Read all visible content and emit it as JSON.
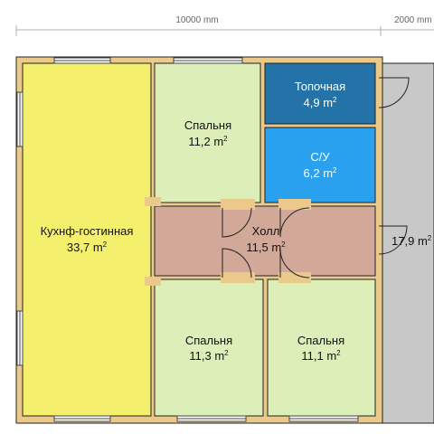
{
  "dimensions": {
    "width_main": "10000 mm",
    "width_terrace": "2000 mm"
  },
  "area_unit": "m",
  "area_unit_exp": "2",
  "rooms": {
    "kitchen": {
      "name": "Кухнф-гостинная",
      "area": "33,7",
      "color": "#f4f06e"
    },
    "bedroom_top": {
      "name": "Спальня",
      "area": "11,2",
      "color": "#dcefb8"
    },
    "boiler": {
      "name": "Топочная",
      "area": "4,9",
      "color": "#2473a8"
    },
    "bathroom": {
      "name": "С/У",
      "area": "6,2",
      "color": "#2aa1ef"
    },
    "hall": {
      "name": "Холл",
      "area": "11,5",
      "color": "#d2a898"
    },
    "bedroom_bl": {
      "name": "Спальня",
      "area": "11,3",
      "color": "#dcefb8"
    },
    "bedroom_br": {
      "name": "Спальня",
      "area": "11,1",
      "color": "#dcefb8"
    },
    "terrace": {
      "name": "",
      "area": "17,9",
      "color": "#c8c8c8"
    }
  },
  "colors": {
    "wall": "#eac98a",
    "outline": "#222222",
    "dim_line": "#b0b0b0"
  }
}
